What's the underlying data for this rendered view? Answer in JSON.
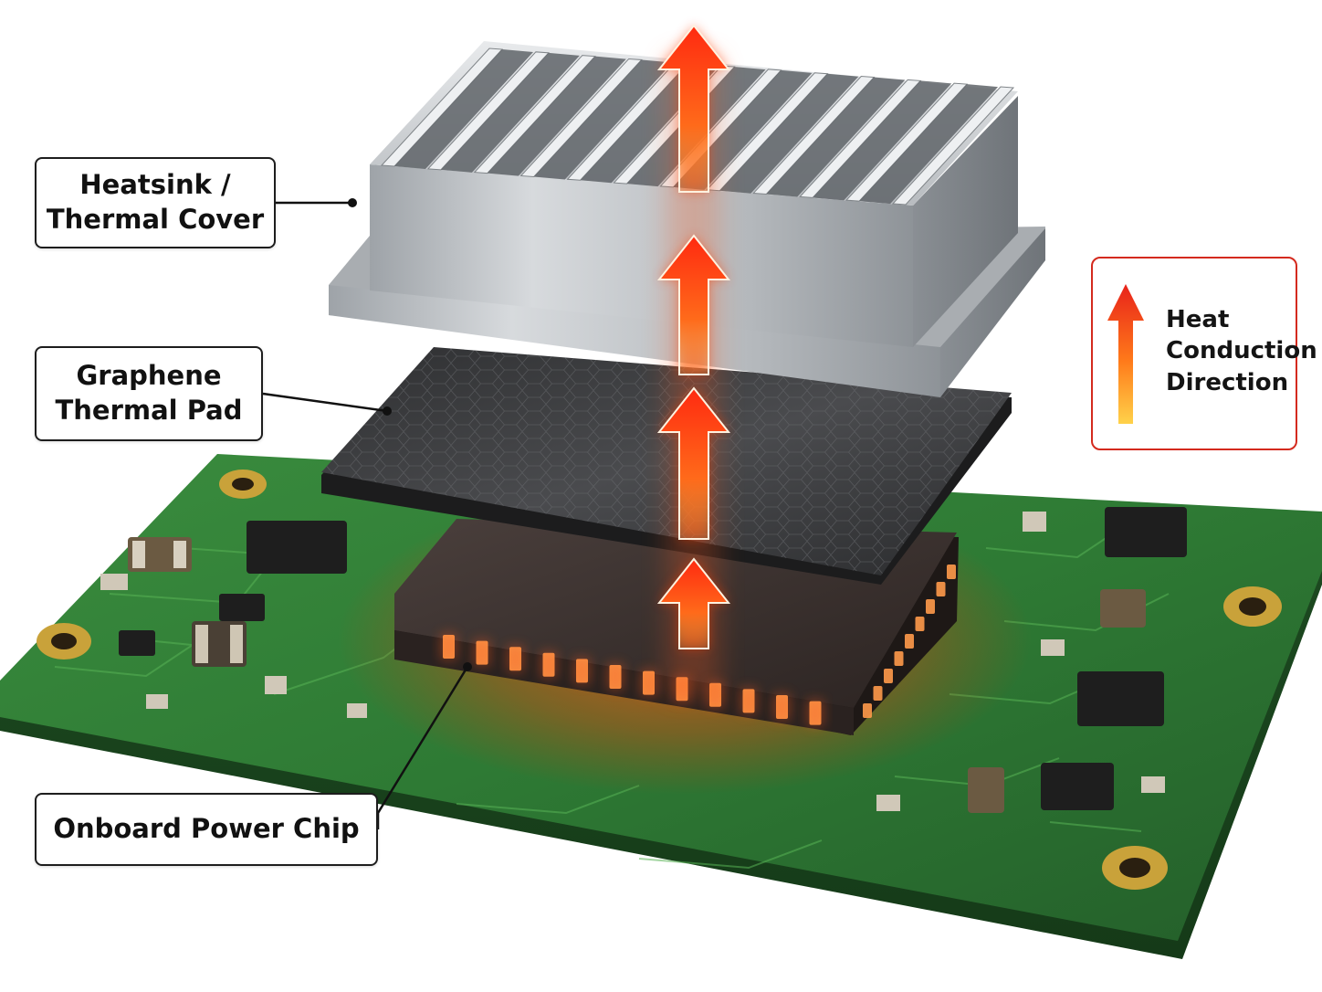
{
  "labels": {
    "heatsink": {
      "line1": "Heatsink /",
      "line2": "Thermal Cover"
    },
    "thermal_pad": {
      "line1": "Graphene",
      "line2": "Thermal Pad"
    },
    "power_chip": {
      "line1": "Onboard Power Chip"
    }
  },
  "legend": {
    "line1": "Heat",
    "line2": "Conduction",
    "line3": "Direction",
    "border_color": "#d42a1e",
    "arrow_colors": [
      "#e8221a",
      "#ff7a1a",
      "#ffd24a"
    ]
  },
  "colors": {
    "pcb_green": "#2e7a34",
    "pcb_trace": "#4ea54a",
    "heatsink_metal": "#b9bdc1",
    "pad_dark": "#3a3a3c",
    "chip_body": "#3b3230",
    "heat_glow": "#ff4a1a",
    "pin_glow": "#ff9a4a"
  }
}
